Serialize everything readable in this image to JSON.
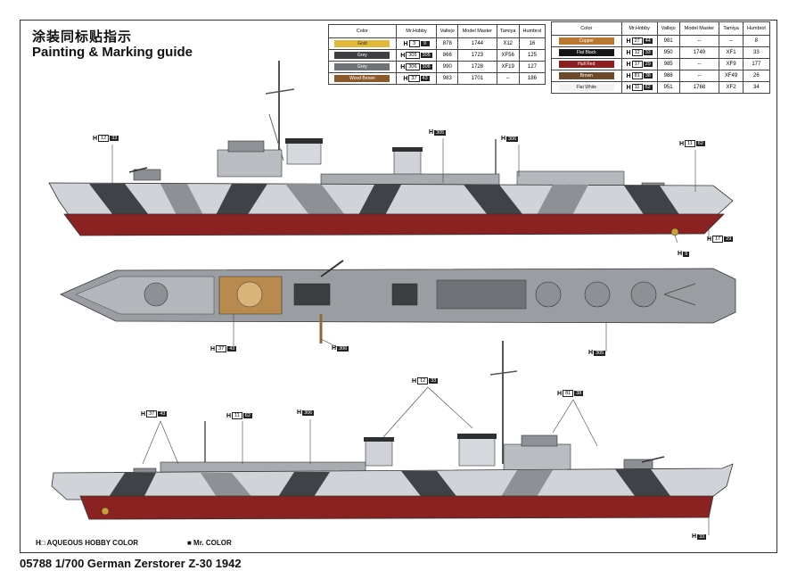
{
  "titles": {
    "chinese": "涂装同标贴指示",
    "english": "Painting & Marking guide"
  },
  "headers": [
    "Color",
    "Mr.Hobby",
    "Vallejo",
    "Model Master",
    "Tamiya",
    "Humbrol"
  ],
  "left_table": [
    {
      "name": "Gold",
      "hex": "#e2b83a",
      "text": "#222",
      "h": "3",
      "m": "9",
      "vallejo": "878",
      "mm": "1744",
      "tamiya": "X12",
      "humbrol": "16"
    },
    {
      "name": "Grey",
      "hex": "#3d3f42",
      "text": "#fff",
      "h": "305",
      "m": "305",
      "vallejo": "866",
      "mm": "1723",
      "tamiya": "XF56",
      "humbrol": "125"
    },
    {
      "name": "Grey",
      "hex": "#6f7378",
      "text": "#fff",
      "h": "306",
      "m": "306",
      "vallejo": "990",
      "mm": "1728",
      "tamiya": "XF19",
      "humbrol": "127"
    },
    {
      "name": "Wood Brown",
      "hex": "#8a5a2c",
      "text": "#fff",
      "h": "37",
      "m": "43",
      "vallejo": "983",
      "mm": "1701",
      "tamiya": "--",
      "humbrol": "186"
    }
  ],
  "right_table": [
    {
      "name": "Copper",
      "hex": "#b9782f",
      "text": "#fff",
      "h": "27",
      "m": "44",
      "vallejo": "981",
      "mm": "--",
      "tamiya": "--",
      "humbrol": "8"
    },
    {
      "name": "Flat Black",
      "hex": "#151515",
      "text": "#fff",
      "h": "12",
      "m": "33",
      "vallejo": "950",
      "mm": "1749",
      "tamiya": "XF1",
      "humbrol": "33"
    },
    {
      "name": "Hull Red",
      "hex": "#8c2020",
      "text": "#fff",
      "h": "17",
      "m": "29",
      "vallejo": "985",
      "mm": "--",
      "tamiya": "XF9",
      "humbrol": "177"
    },
    {
      "name": "Brown",
      "hex": "#6c4a2a",
      "text": "#fff",
      "h": "81",
      "m": "38",
      "vallejo": "988",
      "mm": "--",
      "tamiya": "XF49",
      "humbrol": "26"
    },
    {
      "name": "Flat White",
      "hex": "#f2f2f2",
      "text": "#222",
      "h": "11",
      "m": "62",
      "vallejo": "951",
      "mm": "1768",
      "tamiya": "XF2",
      "humbrol": "34"
    }
  ],
  "callouts": [
    {
      "h": "12",
      "m": "33"
    },
    {
      "h": "",
      "m": "305"
    },
    {
      "h": "",
      "m": "306"
    },
    {
      "h": "11",
      "m": "62"
    },
    {
      "h": "17",
      "m": "29"
    },
    {
      "h": "",
      "m": "9"
    },
    {
      "h": "37",
      "m": "43"
    },
    {
      "h": "",
      "m": "306"
    },
    {
      "h": "",
      "m": "305"
    },
    {
      "h": "12",
      "m": "33"
    },
    {
      "h": "81",
      "m": "38"
    },
    {
      "h": "37",
      "m": "43"
    },
    {
      "h": "11",
      "m": "62"
    },
    {
      "h": "",
      "m": "306"
    },
    {
      "h": "",
      "m": "33"
    }
  ],
  "legend": {
    "aqueous": "H□ AQUEOUS HOBBY COLOR",
    "mr_color": "■ Mr. COLOR"
  },
  "footer": "05788 1/700  German Zerstorer Z-30 1942"
}
